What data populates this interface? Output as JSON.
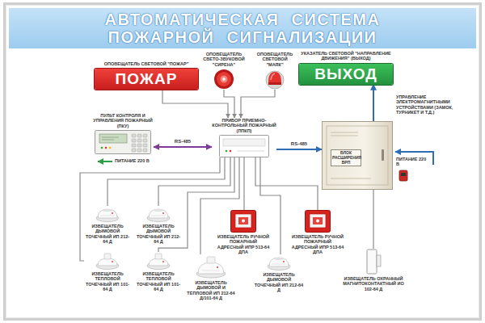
{
  "diagram": {
    "title": "АВТОМАТИЧЕСКАЯ СИСТЕМА ПОЖАРНОЙ СИГНАЛИЗАЦИИ",
    "nodes": [
      {
        "text": [
          "ОПОВЕЩАТЕЛЬ СВЕТОВОЙ \"ПОЖАР\"",
          "ПОЖАР"
        ]
      },
      {
        "text": [
          "ОПОВЕЩАТЕЛЬ СВЕТО-ЗВУКОВОЙ \"СИРЕНА\""
        ]
      },
      {
        "text": [
          "ОПОВЕЩАТЕЛЬ СВЕТОВОЙ \"МАЯК\""
        ]
      },
      {
        "text": [
          "УКАЗАТЕЛЬ СВЕТОВОЙ \"НАПРАВЛЕНИЕ ДВИЖЕНИЯ\" (ВЫХОД)",
          "ВЫХОД"
        ]
      },
      {
        "text": [
          "ПУЛЬТ КОНТРОЛЯ И УПРАВЛЕНИЯ ПОЖАРНЫЙ (ПКУ)"
        ]
      },
      {
        "text": [
          "ПРИБОР ПРИЕМНО-КОНТРОЛЬНЫЙ ПОЖАРНЫЙ (ППКП)"
        ]
      },
      {
        "text": [
          "БЛОК РАСШИРЕНИЯ БРП"
        ]
      },
      {
        "text": [
          "ИЗВЕЩАТЕЛЬ ДЫМОВОЙ ТОЧЕЧНЫЙ ИП 212-64 Д"
        ]
      },
      {
        "text": [
          "ИЗВЕЩАТЕЛЬ ДЫМОВОЙ ТОЧЕЧНЫЙ ИП 212-64 Д"
        ]
      },
      {
        "text": [
          "ИЗВЕЩАТЕЛЬ РУЧНОЙ ПОЖАРНЫЙ АДРЕСНЫЙ ИПР 513-64 ДПА"
        ]
      },
      {
        "text": [
          "ИЗВЕЩАТЕЛЬ РУЧНОЙ ПОЖАРНЫЙ АДРЕСНЫЙ ИПР 513-64 ДПА"
        ]
      },
      {
        "text": [
          "ИЗВЕЩАТЕЛЬ ТЕПЛОВОЙ ТОЧЕЧНЫЙ ИП 101-64 Д"
        ]
      },
      {
        "text": [
          "ИЗВЕЩАТЕЛЬ ТЕПЛОВОЙ ТОЧЕЧНЫЙ ИП 101-64 Д"
        ]
      },
      {
        "text": [
          "ИЗВЕЩАТЕЛЬ ДЫМОВОЙ И ТЕПЛОВОЙ ИП 212-64 Д/101-64 Д"
        ]
      },
      {
        "text": [
          "ИЗВЕЩАТЕЛЬ ДЫМОВОЙ ТОЧЕЧНЫЙ ИП 212-64 Д"
        ]
      },
      {
        "text": [
          "ИЗВЕЩАТЕЛЬ ОХРАННЫЙ МАГНИТОКОНТАКТНЫЙ ИО 102-64 Д"
        ]
      }
    ],
    "edges": [
      {
        "from": 0,
        "to": 5,
        "arrow": "to"
      },
      {
        "from": 1,
        "to": 5,
        "arrow": "to"
      },
      {
        "from": 2,
        "to": 5,
        "arrow": "to"
      },
      {
        "from": 4,
        "to": 5,
        "label": "RS-485",
        "arrow": "both"
      },
      {
        "from": 5,
        "to": 6,
        "label": "RS-485",
        "arrow": "to"
      },
      {
        "from": 6,
        "to": 3,
        "arrow": "to"
      },
      {
        "from": 5,
        "to": 7,
        "arrow": "none"
      },
      {
        "from": 5,
        "to": 8,
        "arrow": "none"
      },
      {
        "from": 5,
        "to": 9,
        "arrow": "none"
      },
      {
        "from": 5,
        "to": 10,
        "arrow": "none"
      },
      {
        "from": 5,
        "to": 11,
        "arrow": "none"
      },
      {
        "from": 5,
        "to": 12,
        "arrow": "none"
      },
      {
        "from": 5,
        "to": 13,
        "arrow": "none"
      },
      {
        "from": 5,
        "to": 14,
        "arrow": "none"
      },
      {
        "from": 6,
        "to": 15,
        "arrow": "none"
      }
    ],
    "labels": [
      "УПРАВЛЕНИЕ ЭЛЕКТРОМАГНИТНЫМИ УСТРОЙСТВАМИ (ЗАМОК, ТУРНИКЕТ И Т.Д.)",
      "ПИТАНИЕ 220 В",
      "ПИТАНИЕ 220 В"
    ]
  }
}
